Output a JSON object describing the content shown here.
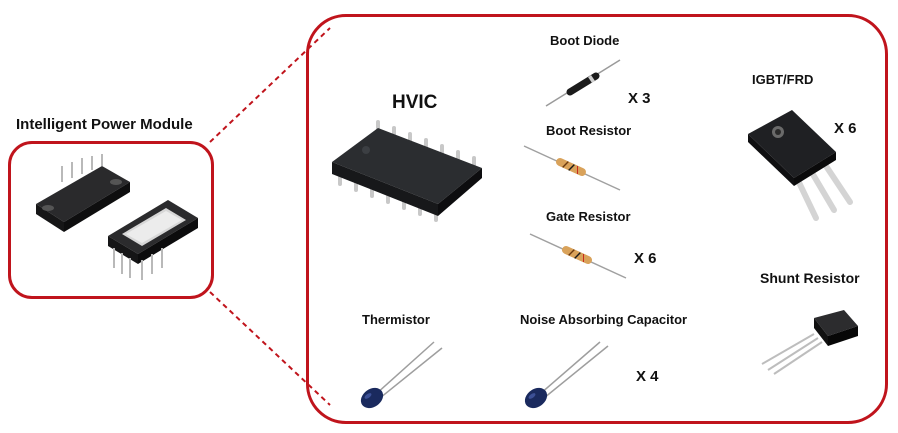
{
  "ipm": {
    "title": "Intelligent Power Module"
  },
  "components": {
    "hvic": {
      "label": "HVIC"
    },
    "boot_diode": {
      "label": "Boot Diode",
      "qty": "X 3"
    },
    "boot_resistor": {
      "label": "Boot Resistor"
    },
    "gate_resistor": {
      "label": "Gate Resistor",
      "qty": "X 6"
    },
    "igbt": {
      "label": "IGBT/FRD",
      "qty": "X 6"
    },
    "shunt": {
      "label": "Shunt Resistor"
    },
    "thermistor": {
      "label": "Thermistor"
    },
    "capacitor": {
      "label": "Noise Absorbing Capacitor",
      "qty": "X 4"
    }
  },
  "colors": {
    "frame": "#c0141c",
    "chip": "#1f2124",
    "pin": "#bcbcbc",
    "thermistor": "#1a2a5e",
    "resistor_body": "#d9a25a"
  }
}
